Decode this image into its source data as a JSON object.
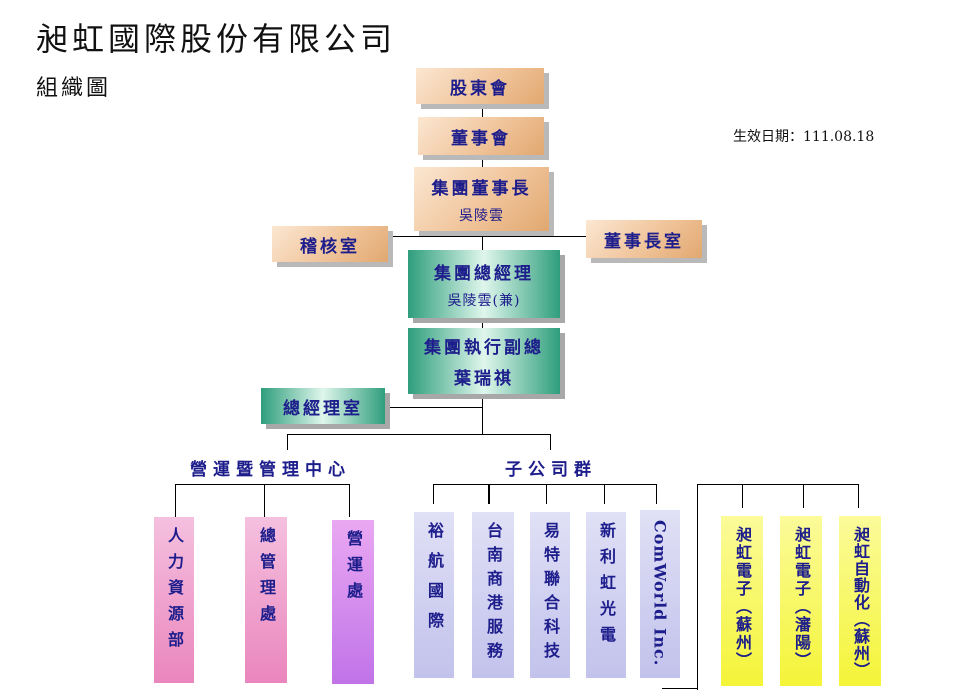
{
  "header": {
    "company": "昶虹國際股份有限公司",
    "chart_title": "組織圖",
    "effective_date": "生效日期：111.08.18"
  },
  "top": {
    "shareholders": "股東會",
    "board": "董事會",
    "group_chairman": "集團董事長",
    "group_chairman_name": "吳陵雲",
    "audit": "稽核室",
    "chairman_office": "董事長室",
    "gm": "集團總經理",
    "gm_name": "吳陵雲(兼)",
    "evp": "集團執行副總",
    "evp_name": "葉瑞祺",
    "gm_office": "總經理室"
  },
  "groups": {
    "ops_center": "營運暨管理中心",
    "subsidiaries": "子公司群"
  },
  "ops_units": [
    "人力資源部",
    "總管理處",
    "營運處"
  ],
  "subsidiary_units": [
    "裕航國際",
    "台南商港服務",
    "易特聯合科技",
    "新利虹光電",
    "ComWorld Inc."
  ],
  "overseas_units": [
    "昶虹電子（蘇州）",
    "昶虹電子（瀋陽）",
    "昶虹自動化（蘇州）"
  ]
}
